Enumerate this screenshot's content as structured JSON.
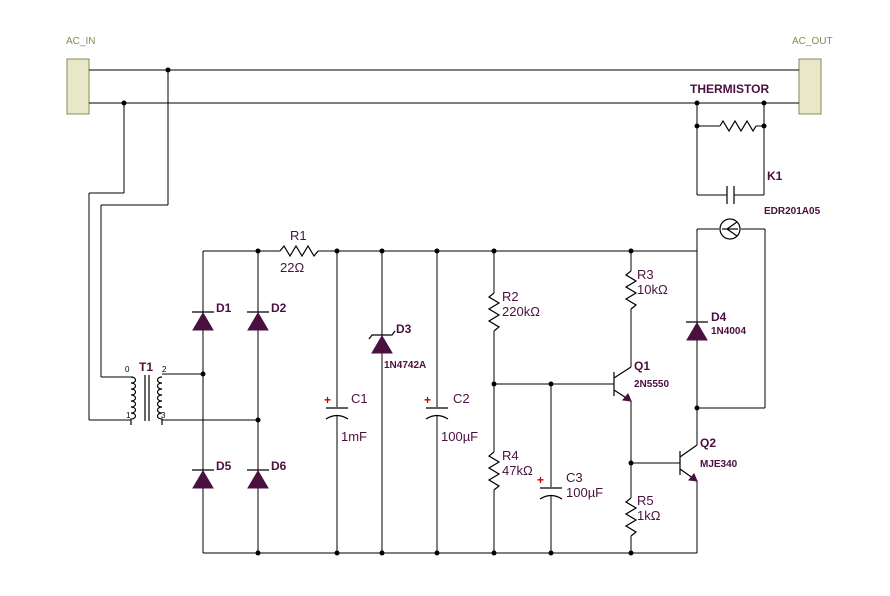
{
  "connectors": {
    "ac_in": "AC_IN",
    "ac_out": "AC_OUT"
  },
  "thermistor": {
    "label": "THERMISTOR"
  },
  "relay": {
    "ref": "K1",
    "part": "EDR201A05"
  },
  "transformer": {
    "ref": "T1",
    "pins": [
      "0",
      "2",
      "1",
      "3"
    ]
  },
  "diodes": [
    {
      "ref": "D1"
    },
    {
      "ref": "D2"
    },
    {
      "ref": "D5"
    },
    {
      "ref": "D6"
    }
  ],
  "r1": {
    "ref": "R1",
    "value": "22Ω"
  },
  "c1": {
    "ref": "C1",
    "value": "1mF"
  },
  "d3": {
    "ref": "D3",
    "part": "1N4742A"
  },
  "c2": {
    "ref": "C2",
    "value": "100µF"
  },
  "r2": {
    "ref": "R2",
    "value": "220kΩ"
  },
  "r4": {
    "ref": "R4",
    "value": "47kΩ"
  },
  "c3": {
    "ref": "C3",
    "value": "100µF"
  },
  "r3": {
    "ref": "R3",
    "value": "10kΩ"
  },
  "q1": {
    "ref": "Q1",
    "part": "2N5550"
  },
  "r5": {
    "ref": "R5",
    "value": "1kΩ"
  },
  "d4": {
    "ref": "D4",
    "part": "1N4004"
  },
  "q2": {
    "ref": "Q2",
    "part": "MJE340"
  },
  "polarity_mark": "+",
  "colors": {
    "label": "#4a1040",
    "connector": "#8a8a50",
    "polarity": "#cc0000",
    "wire": "#000000"
  }
}
